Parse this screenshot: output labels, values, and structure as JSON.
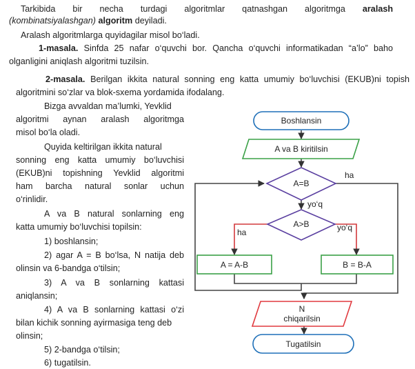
{
  "intro": {
    "l1_a": "Tarkibida bir necha turdagi algoritmlar qatnashgan algoritmga",
    "l1_b": "aralash",
    "l2_a": "(kombinatsiyalashgan)",
    "l2_b": "algoritm",
    "l2_c": "deyiladi.",
    "l3": "Aralash algoritmlarga quyidagilar misol bo‘ladi."
  },
  "masala1": {
    "label": "1-masala.",
    "l1": "Sinfda 25 nafar o‘quvchi bor. Qancha o‘quvchi informatikadan “a’lo” baho",
    "l2": "olganligini aniqlash algoritmi tuzilsin."
  },
  "masala2": {
    "label": "2-masala.",
    "l1": "Berilgan ikkita natural sonning eng katta umumiy bo‘luvchisi (EKUB)ni topish",
    "l2": "algoritmini so‘zlar va blok-sxema yordamida ifodalang."
  },
  "body_lines": [
    "Bizga avvaldan ma’lumki, Yevklid",
    "algoritmi aynan aralash algoritmga",
    "misol bo‘la oladi.",
    "Quyida keltirilgan ikkita natural",
    "sonning eng katta umumiy bo‘luvchisi",
    "(EKUB)ni topishning Yevklid algoritmi",
    "ham barcha natural sonlar uchun",
    "o‘rinlidir.",
    "A va B natural sonlarning eng",
    "katta umumiy bo‘luvchisi topilsin:",
    "1) boshlansin;",
    "2) agar A = B bo‘lsa, N natija deb",
    "olinsin va 6-bandga o‘tilsin;",
    "3) A va B sonlarning kattasi",
    "aniqlansin;",
    "4) A va B sonlarning kattasi o‘zi",
    "bilan kichik sonning ayirmasiga teng deb",
    "olinsin;",
    "5) 2-bandga o‘tilsin;",
    "6) tugatilsin."
  ],
  "flowchart": {
    "start": "Boshlansin",
    "input": "A va B kiritilsin",
    "cond1": "A=B",
    "cond1_yes": "ha",
    "cond1_no": "yo‘q",
    "cond2": "A>B",
    "cond2_yes": "ha",
    "cond2_no": "yo‘q",
    "left_assign": "A = A-B",
    "right_assign": "B = B-A",
    "output_l1": "N",
    "output_l2": "chiqarilsin",
    "end": "Tugatilsin",
    "colors": {
      "terminal": "#1d6fb8",
      "io": "#e0393e",
      "process": "#3aa046",
      "decision": "#5a3fa0"
    }
  }
}
